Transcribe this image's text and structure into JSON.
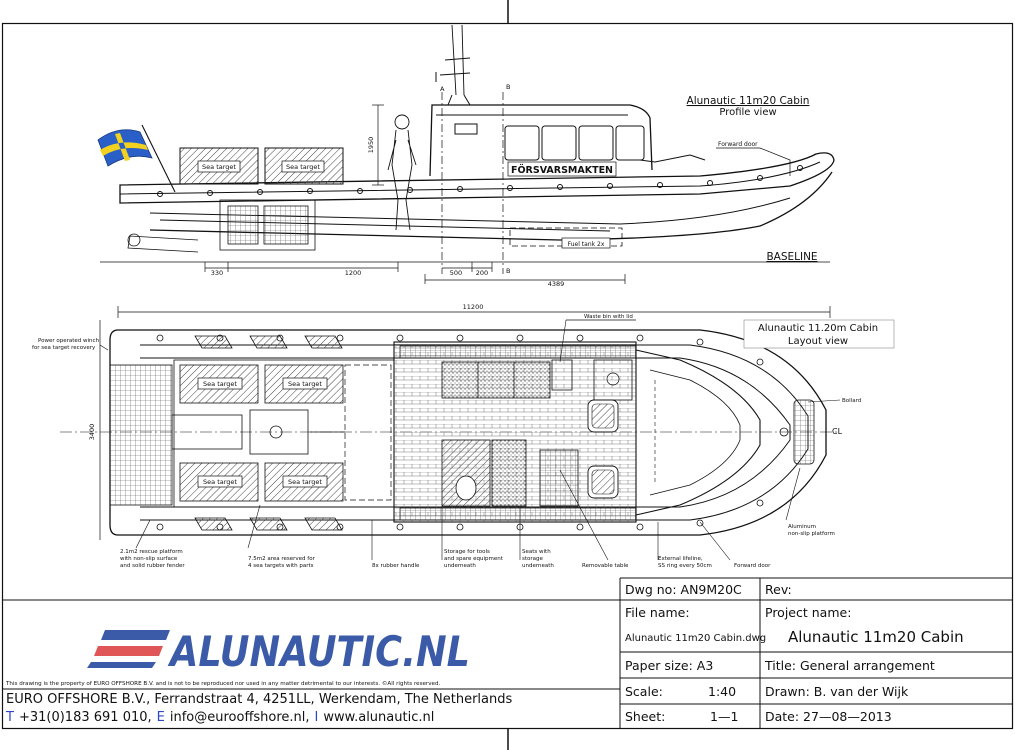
{
  "profile_view": {
    "title": "Alunautic 11m20 Cabin",
    "subtitle": "Profile view",
    "labels": {
      "a": "A",
      "b_top": "B",
      "b_bottom": "B",
      "hull_name": "FÖRSVARSMAKTEN",
      "forward_door": "Forward door",
      "sea_target_1": "Sea target",
      "sea_target_2": "Sea target",
      "fuel_tank": "Fuel tank 2x",
      "baseline": "BASELINE"
    },
    "dimensions": {
      "height": "1950",
      "d330": "330",
      "d1200": "1200",
      "d500": "500",
      "d200": "200",
      "d4389": "4389"
    }
  },
  "layout_view": {
    "title": "Alunautic 11.20m Cabin",
    "subtitle": "Layout view",
    "labels": {
      "waste_bin": "Waste bin with lid",
      "winch": "Power operated winch",
      "winch2": "for sea target recovery",
      "bollard": "Bollard",
      "cl": "CL",
      "aluminum": "Aluminum",
      "aluminum2": "non-slip platform",
      "sea_target_1": "Sea target",
      "sea_target_2": "Sea target",
      "sea_target_3": "Sea target",
      "sea_target_4": "Sea target"
    },
    "dimensions": {
      "length": "11200",
      "beam": "3400"
    },
    "notes": {
      "rescue": [
        "2.1m2 rescue platform",
        "with non-slip surface",
        "and solid rubber fender"
      ],
      "area": [
        "7.5m2 area reserved for",
        "4 sea targets with parts"
      ],
      "handle": [
        "8x rubber handle"
      ],
      "storage_tools": [
        "Storage for tools",
        "and spare equipment",
        "underneath"
      ],
      "seats": [
        "Seats with",
        "storage",
        "underneath"
      ],
      "table": [
        "Removable table"
      ],
      "lifeline": [
        "External lifeline,",
        "SS ring every 50cm"
      ],
      "fwd_door": [
        "Forward door"
      ]
    }
  },
  "title_block": {
    "logo_text": "ALUNAUTIC.NL",
    "disclaimer": "This drawing is the property of EURO OFFSHORE B.V. and is not to be reproduced nor used in any matter detrimental to our interests. ©All rights reserved.",
    "company_line": "EURO OFFSHORE B.V., Ferrandstraat 4, 4251LL, Werkendam, The Netherlands",
    "contact": {
      "t": "T",
      "phone": "+31(0)183 691 010,",
      "e": "E",
      "email": "info@eurooffshore.nl,",
      "i": "I",
      "web": "www.alunautic.nl"
    },
    "dwg_no": "Dwg no:  AN9M20C",
    "rev": "Rev:",
    "file_name_label": "File name:",
    "file_name": "Alunautic 11m20 Cabin.dwg",
    "project_name_label": "Project name:",
    "project_name": "Alunautic 11m20 Cabin",
    "paper_size": "Paper size: A3",
    "title": "Title:  General arrangement",
    "scale_label": "Scale:",
    "scale": "1:40",
    "drawn": "Drawn: B. van der Wijk",
    "sheet_label": "Sheet:",
    "sheet": "1—1",
    "date": "Date:  27—08—2013"
  },
  "colors": {
    "logo_blue": "#3b5ba8",
    "logo_red": "#e05656",
    "contact_blue": "#2c48c8",
    "flag_blue": "#2a5fc8",
    "flag_yellow": "#f2d21e"
  }
}
